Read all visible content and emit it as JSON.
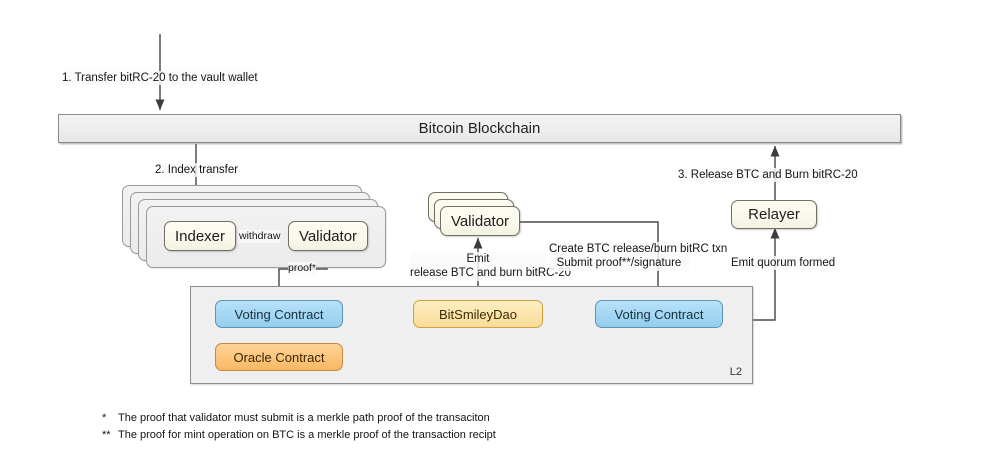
{
  "diagram": {
    "title": "Bitcoin L2 bitRC-20 Withdraw Flow",
    "colors": {
      "blue_contract": "#a3d6f3",
      "orange_contract": "#fbc378",
      "cream_contract": "#fbe3a8",
      "card_cream": "#faf8ec",
      "panel_grey": "#efefef",
      "bar_grey": "#ededed",
      "wire": "#4a4a4a"
    }
  },
  "chain": {
    "label": "Bitcoin Blockchain"
  },
  "steps": {
    "step1": "1. Transfer bitRC-20 to the vault wallet",
    "step2": "2. Index transfer",
    "step3": "3. Release BTC and Burn bitRC-20"
  },
  "left_group": {
    "indexer": "Indexer",
    "validator": "Validator",
    "edge_withdraw": "withdraw",
    "edge_proof": "proof*"
  },
  "mid_group": {
    "validator": "Validator",
    "emit_line1": "Emit",
    "emit_line2": "release BTC and burn bitRC-20",
    "create_line1": "Create BTC release/burn bitRC txn",
    "create_line2": "Submit proof**/signature"
  },
  "right_group": {
    "relayer": "Relayer",
    "quorum": "Emit quorum formed"
  },
  "l2": {
    "label": "L2",
    "contracts": [
      {
        "id": "voting-contract-left",
        "label": "Voting Contract",
        "style": "blue"
      },
      {
        "id": "oracle-contract",
        "label": "Oracle Contract",
        "style": "orange"
      },
      {
        "id": "bitsmileydao",
        "label": "BitSmileyDao",
        "style": "cream"
      },
      {
        "id": "voting-contract-right",
        "label": "Voting Contract",
        "style": "blue"
      }
    ]
  },
  "footnotes": [
    {
      "mark": "*",
      "text": "The proof that validator must submit is a merkle path proof of the transaciton"
    },
    {
      "mark": "**",
      "text": "The proof for mint operation on BTC is a merkle proof of the transaction recipt"
    }
  ]
}
